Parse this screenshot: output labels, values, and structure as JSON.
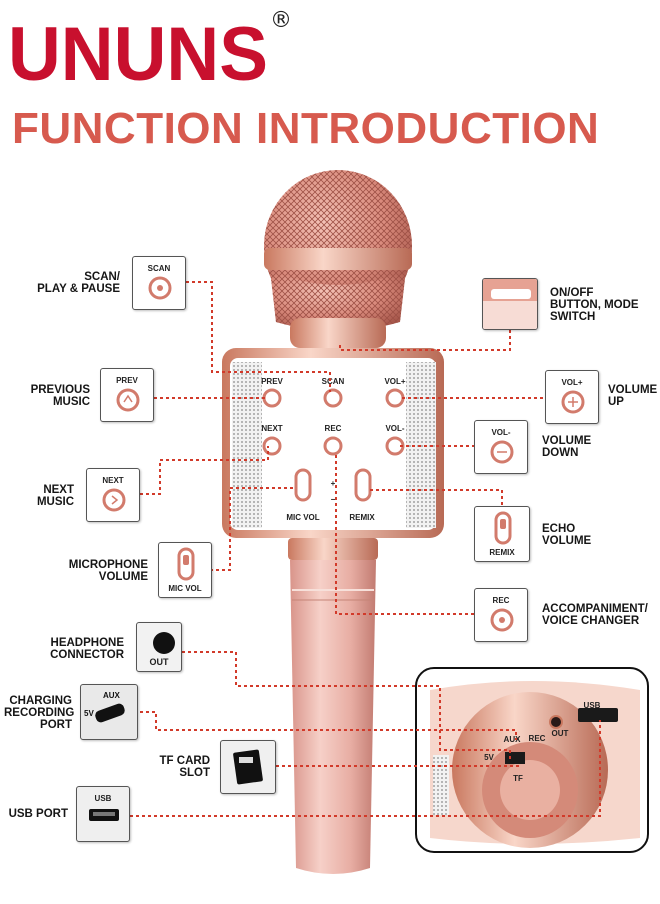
{
  "brand": {
    "logo_text": "UNUNS",
    "registered": "®",
    "headline": "FUNCTION INTRODUCTION"
  },
  "colors": {
    "brand_red": "#c8102e",
    "headline": "#d75a4e",
    "rose_gold": "#e9a79a",
    "dotted_line": "#d23a2a"
  },
  "labels": {
    "scan_line1": "SCAN/",
    "scan_line2": "PLAY & PAUSE",
    "prev_line1": "PREVIOUS",
    "prev_line2": "MUSIC",
    "next_line1": "NEXT",
    "next_line2": "MUSIC",
    "micvol_line1": "MICROPHONE",
    "micvol_line2": "VOLUME",
    "headphone_line1": "HEADPHONE",
    "headphone_line2": "CONNECTOR",
    "charging_line1": "CHARGING",
    "charging_line2": "RECORDING",
    "charging_line3": "PORT",
    "tf_line1": "TF CARD",
    "tf_line2": "SLOT",
    "usb_line1": "USB PORT",
    "onoff_line1": "ON/OFF",
    "onoff_line2": "BUTTON, MODE",
    "onoff_line3": "SWITCH",
    "volup_line1": "VOLUME",
    "volup_line2": "UP",
    "voldown_line1": "VOLUME",
    "voldown_line2": "DOWN",
    "echo_line1": "ECHO",
    "echo_line2": "VOLUME",
    "accomp_line1": "ACCOMPANIMENT/",
    "accomp_line2": "VOICE CHANGER"
  },
  "thumbs": {
    "scan": "SCAN",
    "prev": "PREV",
    "next": "NEXT",
    "mic_vol": "MIC VOL",
    "out": "OUT",
    "aux": "AUX",
    "fivev": "5V",
    "usb": "USB",
    "vol_up": "VOL+",
    "vol_down": "VOL-",
    "remix": "REMIX",
    "rec": "REC"
  },
  "panel": {
    "prev": "PREV",
    "scan": "SCAN",
    "vol_up": "VOL+",
    "next": "NEXT",
    "rec": "REC",
    "vol_down": "VOL-",
    "mic_vol": "MIC VOL",
    "remix": "REMIX",
    "plus": "+",
    "minus": "−"
  },
  "inset": {
    "fivev": "5V",
    "aux": "AUX",
    "rec": "REC",
    "out": "OUT",
    "usb": "USB",
    "tf": "TF"
  }
}
